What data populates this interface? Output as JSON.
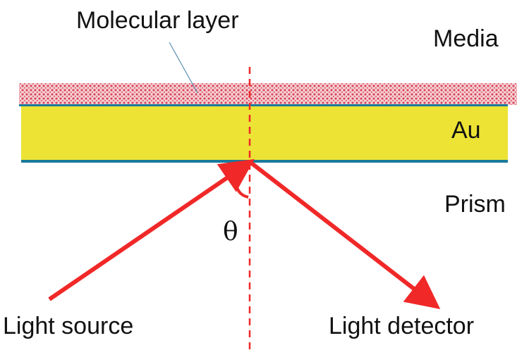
{
  "labels": {
    "molecular_layer": "Molecular layer",
    "media": "Media",
    "au": "Au",
    "prism": "Prism",
    "theta": "θ",
    "light_source": "Light source",
    "light_detector": "Light detector"
  },
  "colors": {
    "gold": "#ece334",
    "interface": "#1a7a9a",
    "beam": "#f02828",
    "molecular": "#e88a95"
  }
}
